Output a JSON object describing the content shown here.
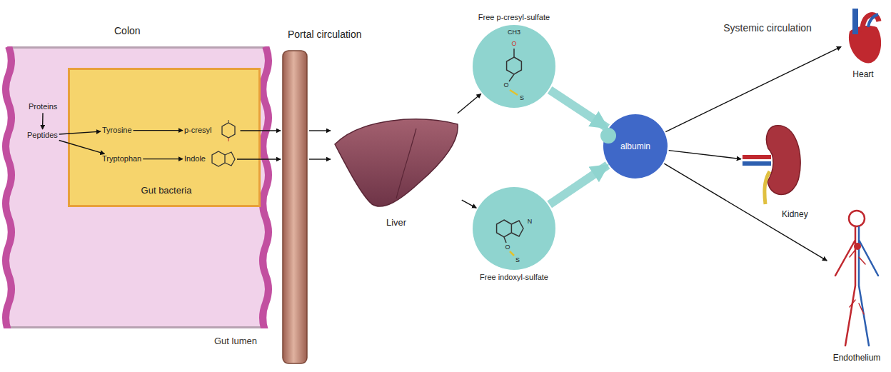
{
  "diagram": {
    "nodes": [
      {
        "text": [
          "Colon"
        ]
      },
      {
        "text": [
          "Gut bacteria"
        ],
        "in": 0
      },
      {
        "text": [
          "Proteins"
        ],
        "in": 0
      },
      {
        "text": [
          "Peptides"
        ],
        "in": 0
      },
      {
        "text": [
          "Tyrosine"
        ],
        "in": 1
      },
      {
        "text": [
          "p-cresyl"
        ],
        "in": 1
      },
      {
        "text": [
          "Tryptophan"
        ],
        "in": 1
      },
      {
        "text": [
          "Indole"
        ],
        "in": 1
      },
      {
        "text": [
          "Portal circulation"
        ]
      },
      {
        "text": [
          "Liver"
        ]
      },
      {
        "text": [
          "Free p-cresyl-sulfate"
        ]
      },
      {
        "text": [
          "Free indoxyl-sulfate"
        ]
      },
      {
        "text": [
          "albumin"
        ]
      },
      {
        "text": [
          "Heart"
        ]
      },
      {
        "text": [
          "Kidney"
        ]
      },
      {
        "text": [
          "Endothelium"
        ]
      }
    ],
    "edges": [
      {
        "from": 2,
        "to": 3,
        "arrow": "to"
      },
      {
        "from": 3,
        "to": 4,
        "arrow": "to"
      },
      {
        "from": 3,
        "to": 6,
        "arrow": "to"
      },
      {
        "from": 4,
        "to": 5,
        "arrow": "to"
      },
      {
        "from": 6,
        "to": 7,
        "arrow": "to"
      },
      {
        "from": 5,
        "to": 8,
        "arrow": "to"
      },
      {
        "from": 7,
        "to": 8,
        "arrow": "to"
      },
      {
        "from": 8,
        "to": 9,
        "arrow": "to"
      },
      {
        "from": 8,
        "to": 9,
        "arrow": "to"
      },
      {
        "from": 9,
        "to": 10,
        "arrow": "to"
      },
      {
        "from": 9,
        "to": 11,
        "arrow": "to"
      },
      {
        "from": 10,
        "to": 12,
        "arrow": "to"
      },
      {
        "from": 11,
        "to": 12,
        "arrow": "to"
      },
      {
        "from": 12,
        "to": 13,
        "arrow": "to"
      },
      {
        "from": 12,
        "to": 14,
        "arrow": "to"
      },
      {
        "from": 12,
        "to": 15,
        "arrow": "to"
      }
    ],
    "labels": [
      "Systemic circulation",
      "Gut lumen",
      "CH3",
      "O",
      "O",
      "S",
      "N",
      "O",
      "S"
    ]
  }
}
